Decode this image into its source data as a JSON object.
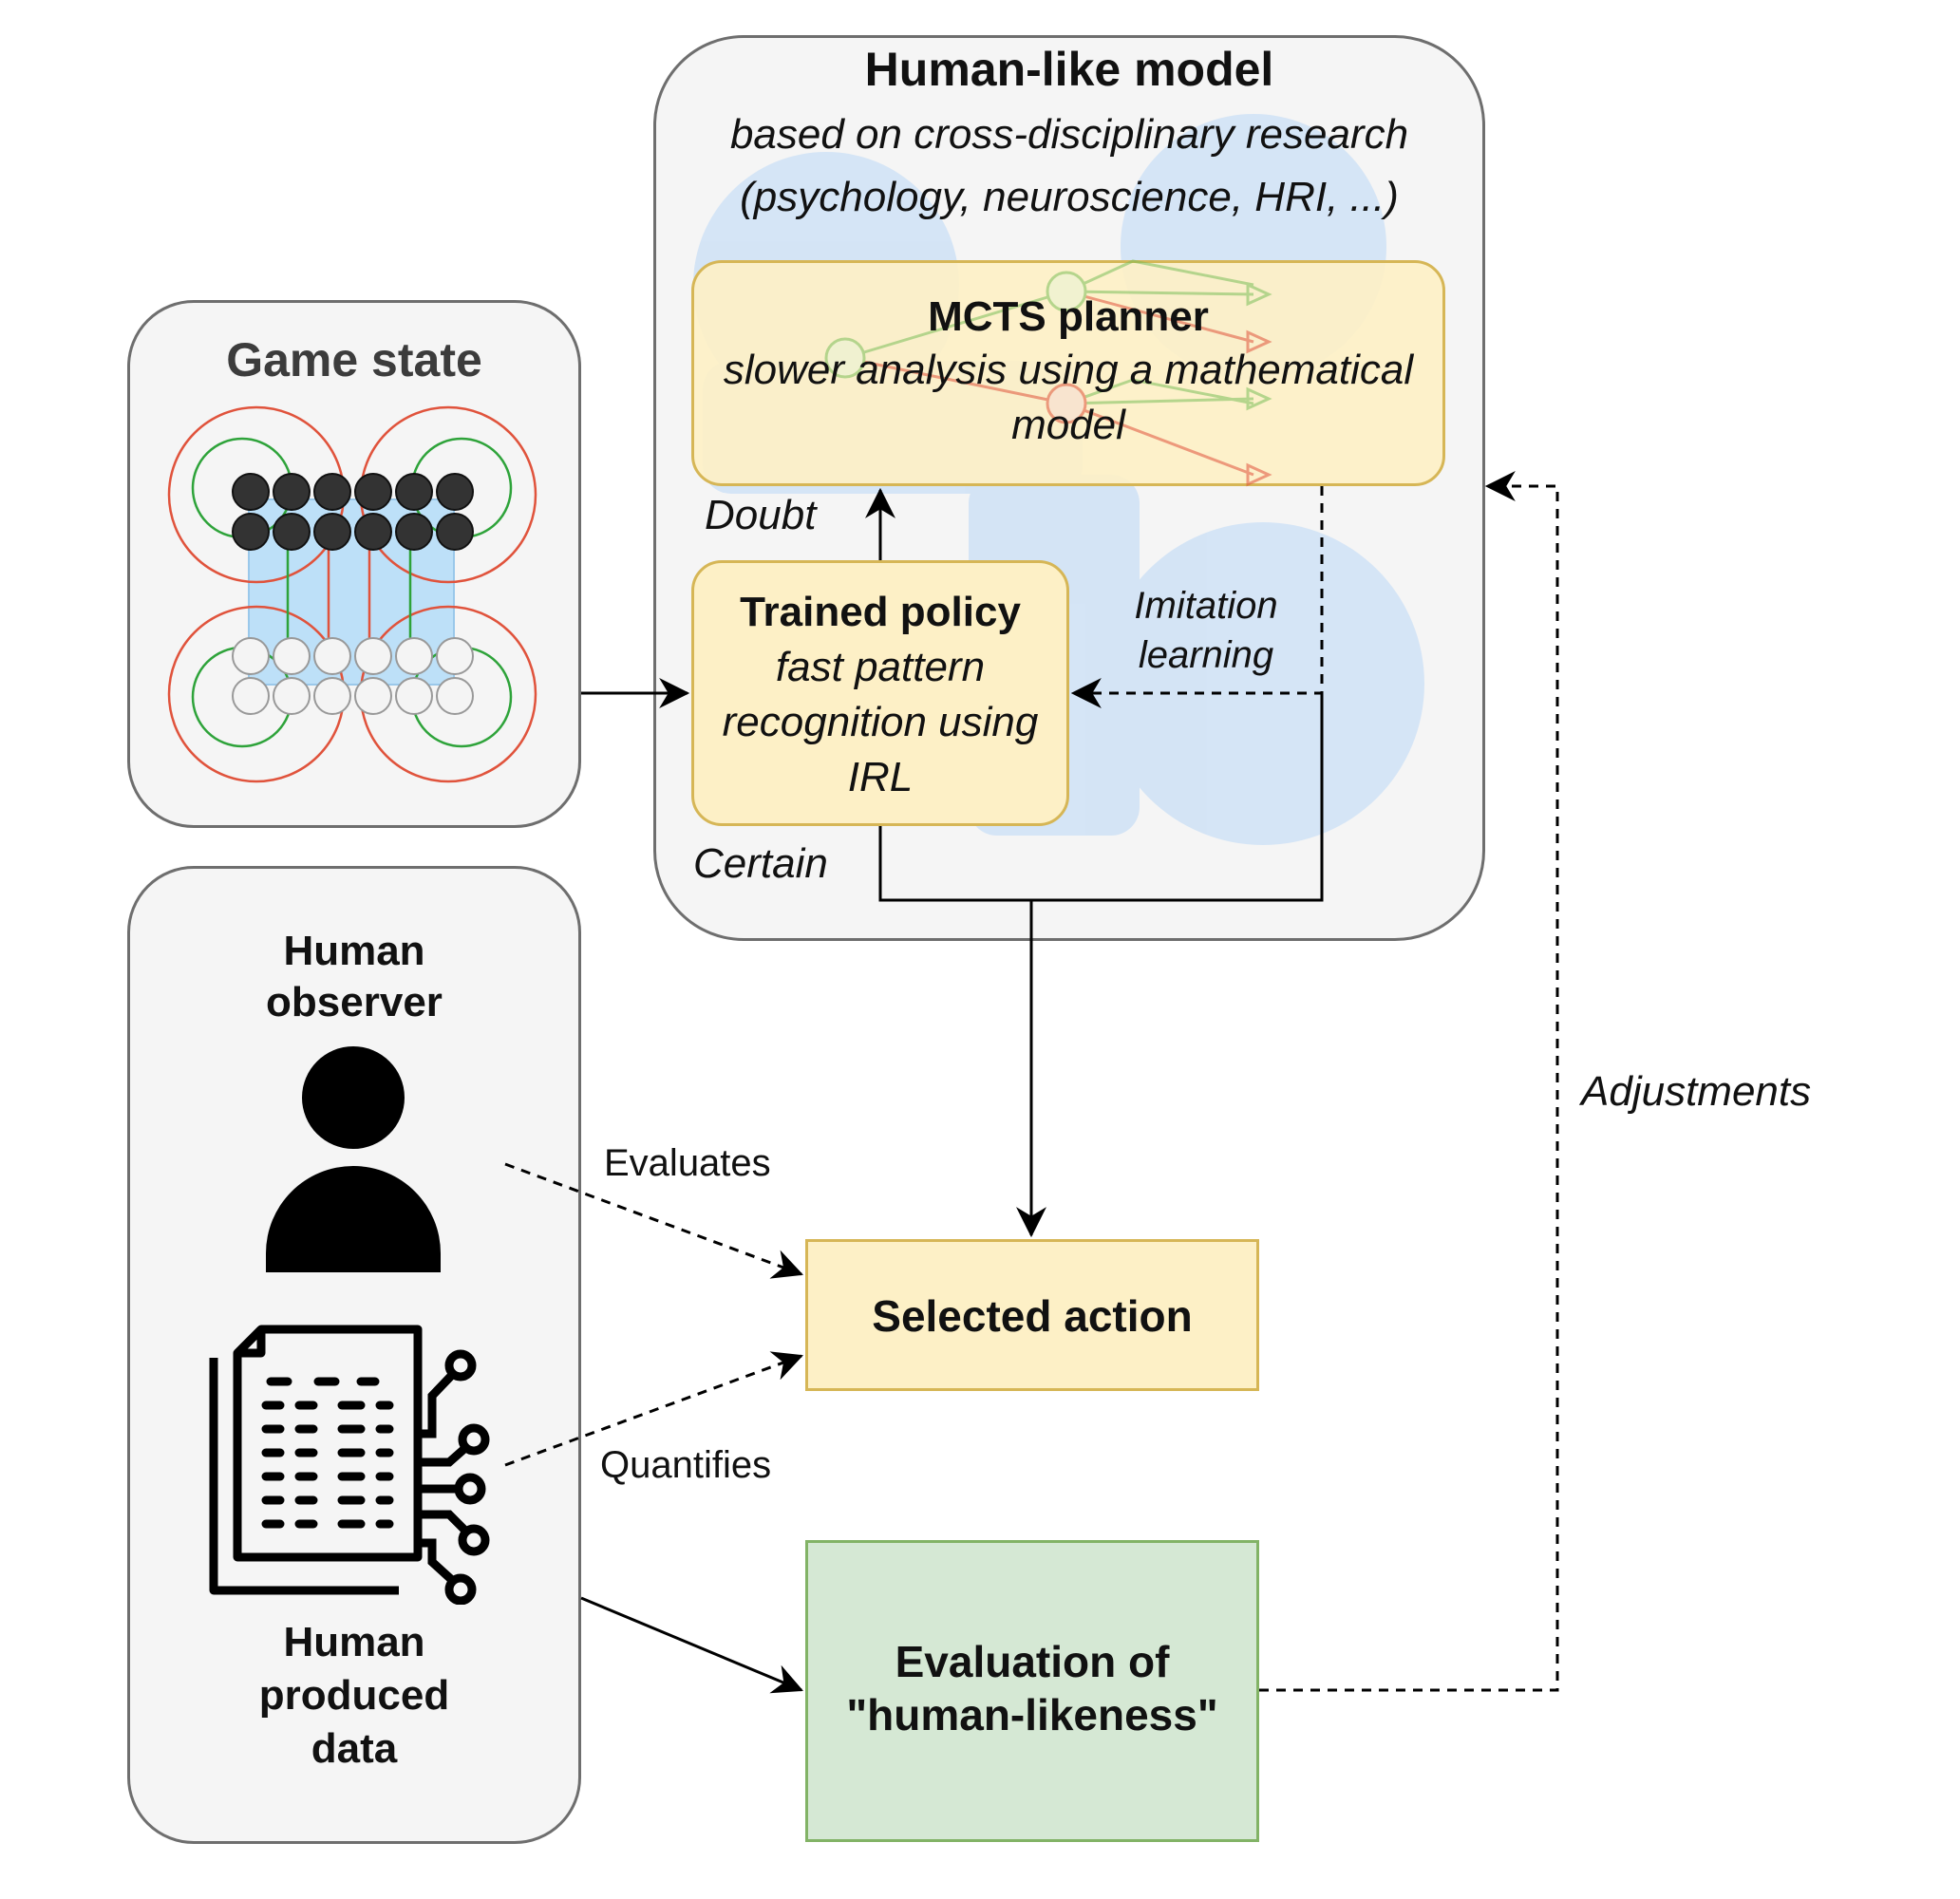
{
  "human_like_model": {
    "title": "Human-like model",
    "subtitle_1": "based on cross-disciplinary research",
    "subtitle_2": "(psychology, neuroscience, HRI, ...)"
  },
  "mcts_planner": {
    "title": "MCTS planner",
    "desc_1": "slower analysis using a mathematical",
    "desc_2": "model"
  },
  "trained_policy": {
    "title": "Trained policy",
    "desc_1": "fast pattern",
    "desc_2": "recognition using",
    "desc_3": "IRL"
  },
  "game_state": {
    "title": "Game state"
  },
  "labels": {
    "doubt": "Doubt",
    "certain": "Certain",
    "imitation_1": "Imitation",
    "imitation_2": "learning",
    "evaluates": "Evaluates",
    "quantifies": "Quantifies",
    "adjustments": "Adjustments"
  },
  "human_panel": {
    "observer_1": "Human",
    "observer_2": "observer",
    "data_1": "Human",
    "data_2": "produced",
    "data_3": "data"
  },
  "selected_action": {
    "label": "Selected action"
  },
  "evaluation": {
    "line_1": "Evaluation of",
    "line_2": "\"human-likeness\""
  },
  "colors": {
    "container_fill": "#f5f5f5",
    "container_stroke": "#6e6e6e",
    "yellow_fill": "#fdf0c6",
    "yellow_stroke": "#d6b656",
    "green_fill": "#d5e8d4",
    "green_stroke": "#82b366",
    "watermark_blue": "#cfe2f6"
  }
}
